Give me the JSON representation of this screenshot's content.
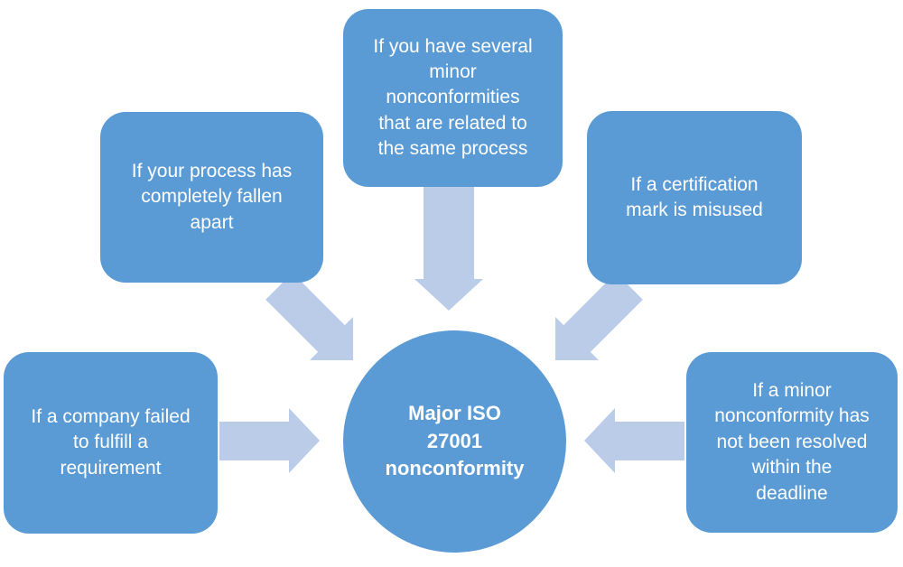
{
  "colors": {
    "shape_fill": "#5B9BD5",
    "arrow_fill": "#BACCE8",
    "text": "#FFFFFF",
    "background": "#FFFFFF"
  },
  "center": {
    "text": "Major ISO\n27001\nnonconformity"
  },
  "causes": [
    {
      "position": "top-left",
      "text": "If your process has\ncompletely fallen\napart"
    },
    {
      "position": "top-center",
      "text": "If you have several\nminor\nnonconformities\nthat are related to\nthe same process"
    },
    {
      "position": "top-right",
      "text": "If a certification\nmark is misused"
    },
    {
      "position": "left",
      "text": "If a company failed\nto fulfill a\nrequirement"
    },
    {
      "position": "right",
      "text": "If a minor\nnonconformity has\nnot been resolved\nwithin the\ndeadline"
    }
  ],
  "arrows": [
    {
      "name": "arrow-from-top-left",
      "direction": "down-right"
    },
    {
      "name": "arrow-from-top-center",
      "direction": "down"
    },
    {
      "name": "arrow-from-top-right",
      "direction": "down-left"
    },
    {
      "name": "arrow-from-left",
      "direction": "right"
    },
    {
      "name": "arrow-from-right",
      "direction": "left"
    }
  ]
}
